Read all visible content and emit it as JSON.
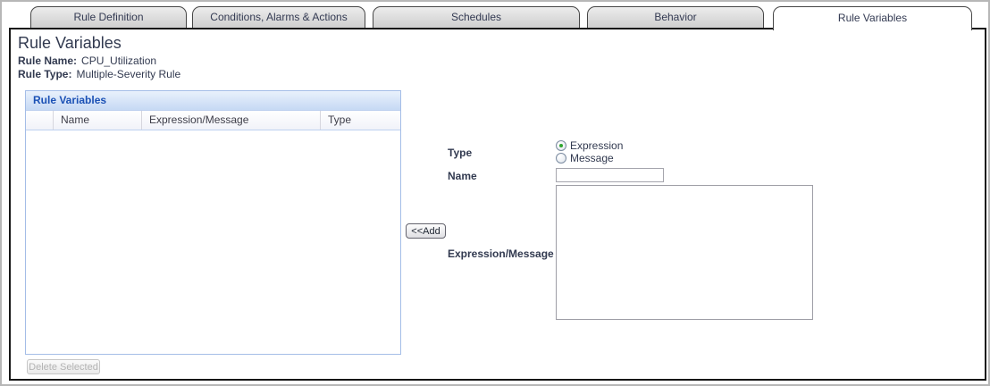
{
  "tabs": [
    {
      "label": "Rule Definition",
      "active": false
    },
    {
      "label": "Conditions, Alarms & Actions",
      "active": false
    },
    {
      "label": "Schedules",
      "active": false
    },
    {
      "label": "Behavior",
      "active": false
    },
    {
      "label": "Rule Variables",
      "active": true
    }
  ],
  "page": {
    "title": "Rule Variables",
    "rule_name_label": "Rule Name:",
    "rule_name_value": "CPU_Utilization",
    "rule_type_label": "Rule Type:",
    "rule_type_value": "Multiple-Severity Rule"
  },
  "variables_panel": {
    "title": "Rule Variables",
    "columns": [
      "",
      "Name",
      "Expression/Message",
      "Type"
    ],
    "rows": [],
    "delete_button_label": "Delete Selected",
    "delete_button_enabled": false
  },
  "form": {
    "type_label": "Type",
    "type_options": [
      {
        "label": "Expression",
        "selected": true
      },
      {
        "label": "Message",
        "selected": false
      }
    ],
    "name_label": "Name",
    "name_value": "",
    "add_button_label": "<<Add",
    "expression_label": "Expression/Message",
    "expression_value": ""
  },
  "colors": {
    "panel_header_text": "#1b51b5",
    "panel_border": "#a4bde7",
    "tab_fill": "#d6d6d6",
    "text_dark": "#323a50",
    "radio_selected_dot": "#2fa52f",
    "disabled_text": "#b3b3b3"
  }
}
